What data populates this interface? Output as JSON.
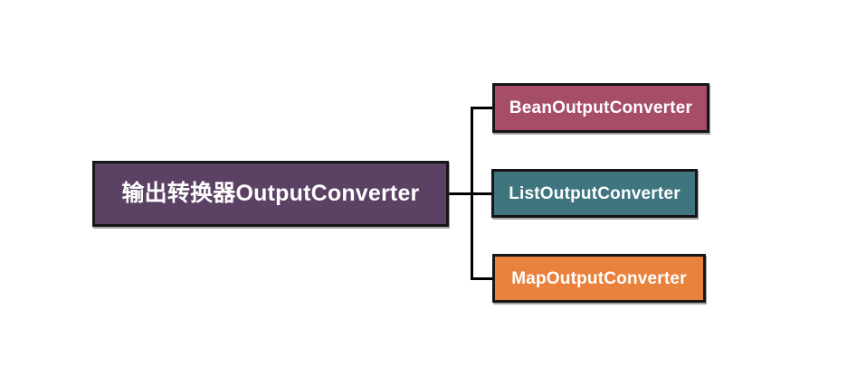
{
  "diagram": {
    "background_color": "#ffffff",
    "border_color": "#161616",
    "connector_color": "#000000",
    "text_color": "#ffffff",
    "root": {
      "label": "输出转换器OutputConverter",
      "color": "#5b4163"
    },
    "children": [
      {
        "label": "BeanOutputConverter",
        "color": "#a64d68"
      },
      {
        "label": "ListOutputConverter",
        "color": "#3e757f"
      },
      {
        "label": "MapOutputConverter",
        "color": "#e8823c"
      }
    ]
  }
}
